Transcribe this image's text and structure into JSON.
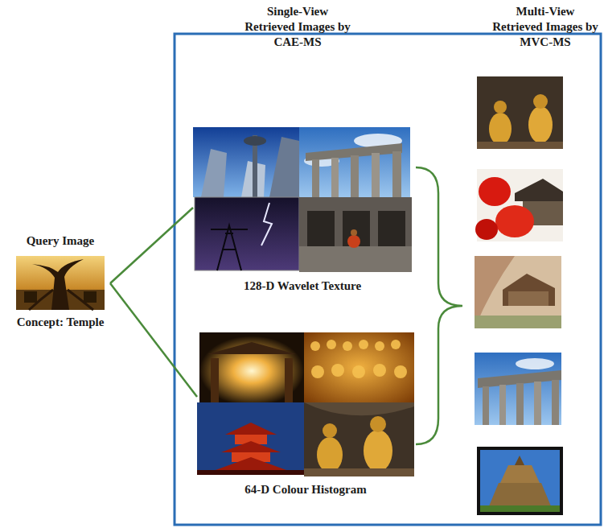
{
  "diagram": {
    "nodes": [
      {
        "text": [
          "Query Image",
          "Concept: Temple"
        ]
      },
      {
        "text": [
          "128-D Wavelet Texture"
        ]
      },
      {
        "text": [
          "64-D Colour Histogram"
        ]
      }
    ],
    "edges": [
      {
        "from": 0,
        "to": 1,
        "arrow": "none"
      },
      {
        "from": 0,
        "to": 2,
        "arrow": "none"
      }
    ],
    "labels": [
      "Single-View Retrieved Images by CAE-MS",
      "Multi-View Retrieved Images by MVC-MS"
    ]
  }
}
